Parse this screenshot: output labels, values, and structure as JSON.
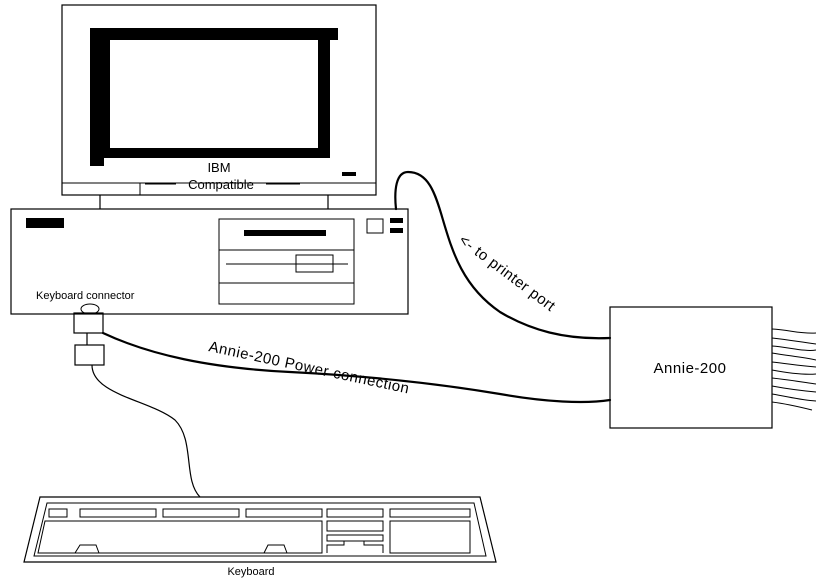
{
  "diagram": {
    "monitor": {
      "brand_line1": "IBM",
      "brand_line2": "Compatible"
    },
    "pc": {
      "keyboard_connector_label": "Keyboard connector"
    },
    "device": {
      "name": "Annie-200"
    },
    "cables": {
      "printer_label": "<- to printer port",
      "power_label": "Annie-200 Power connection"
    },
    "keyboard": {
      "label": "Keyboard"
    }
  }
}
